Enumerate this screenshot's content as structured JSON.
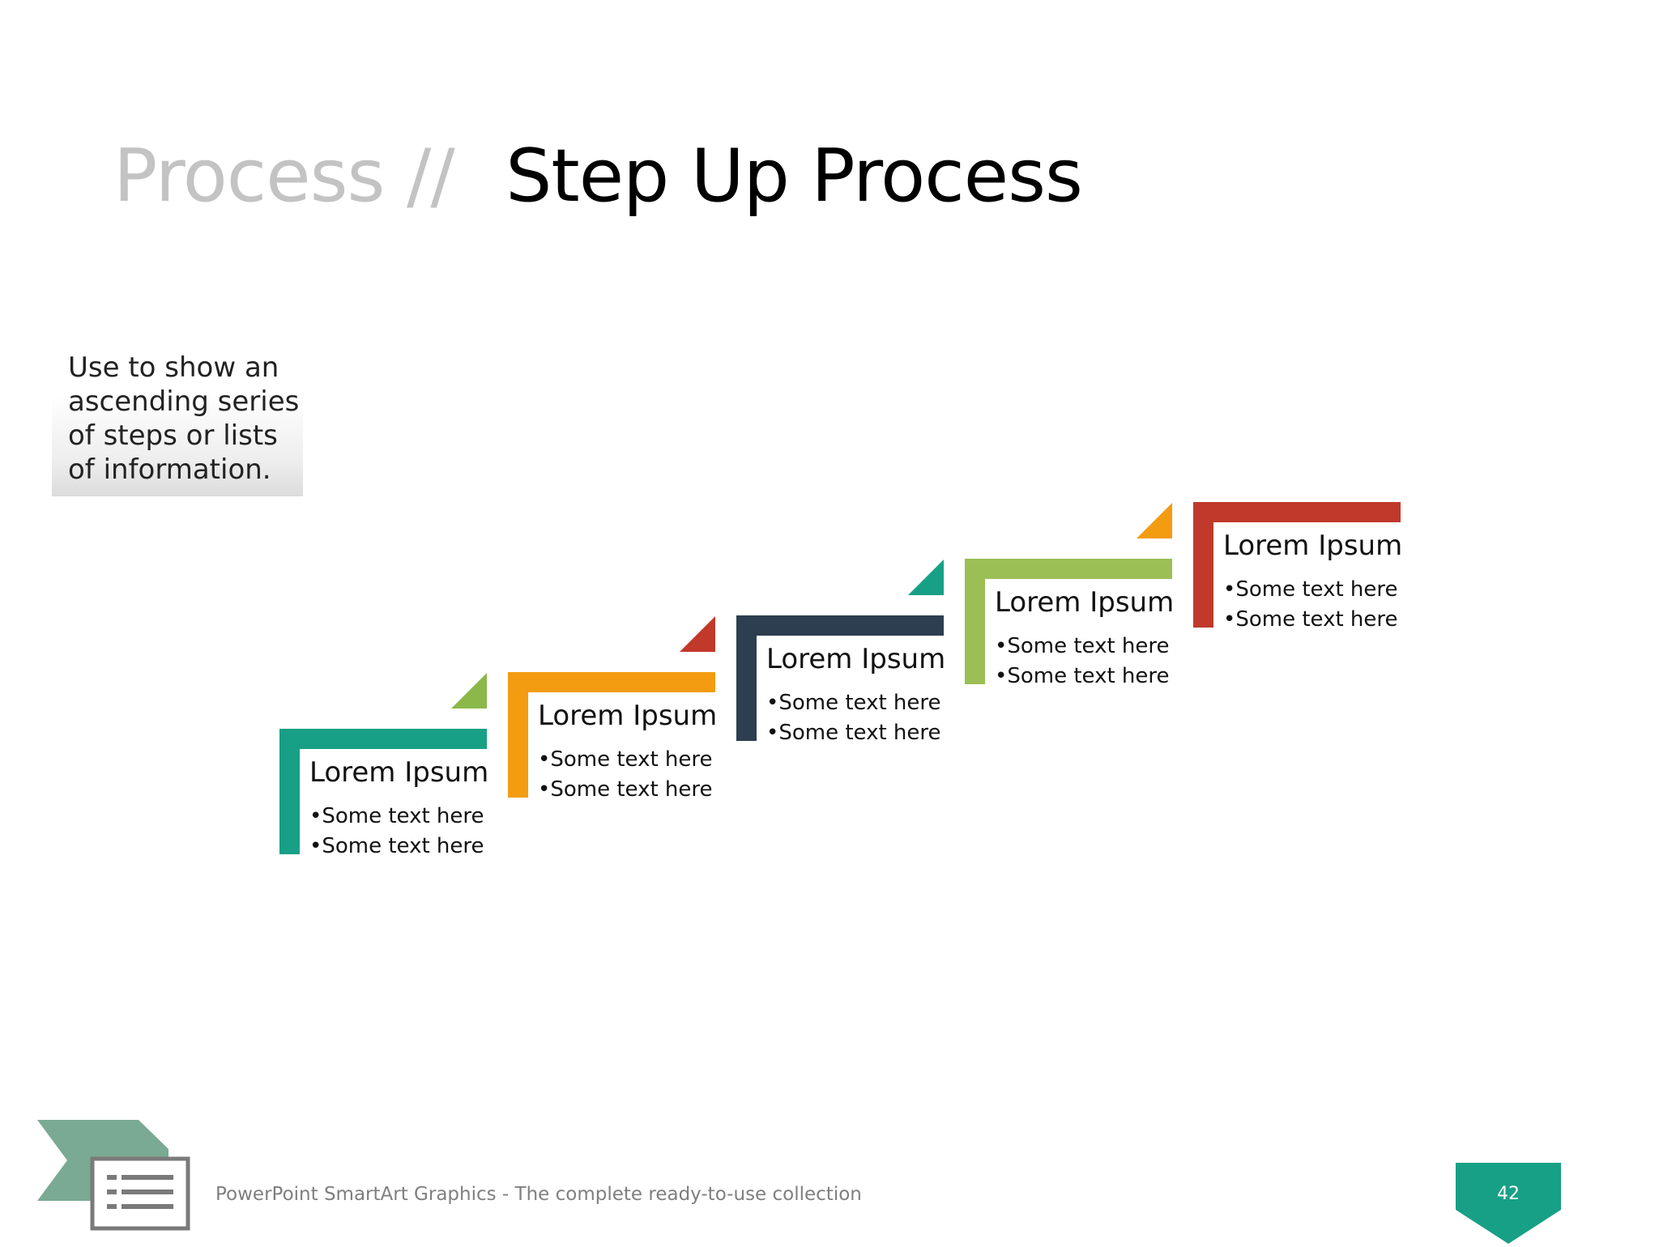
{
  "title": {
    "prefix": "Process",
    "separator": "//",
    "main": "Step Up Process"
  },
  "description": [
    "Use to show an",
    "ascending series",
    "of steps or lists",
    "of information."
  ],
  "steps": [
    {
      "heading": "Lorem Ipsum",
      "bullets": [
        "•Some text here",
        "•Some text here"
      ],
      "color": "#17a085",
      "accent_color": "#8cb84a"
    },
    {
      "heading": "Lorem Ipsum",
      "bullets": [
        "•Some text here",
        "•Some text here"
      ],
      "color": "#f39c12",
      "accent_color": "#c0392b"
    },
    {
      "heading": "Lorem Ipsum",
      "bullets": [
        "•Some text here",
        "•Some text here"
      ],
      "color": "#2c3e50",
      "accent_color": "#17a085"
    },
    {
      "heading": "Lorem Ipsum",
      "bullets": [
        "•Some text here",
        "•Some text here"
      ],
      "color": "#9bbf55",
      "accent_color": "#f39c12"
    },
    {
      "heading": "Lorem Ipsum",
      "bullets": [
        "•Some text here",
        "•Some text here"
      ],
      "color": "#c0392b",
      "accent_color": null
    }
  ],
  "footer": {
    "text": "PowerPoint SmartArt Graphics - The complete ready-to-use collection",
    "page_number": "42",
    "brand_color": "#17a085",
    "icon_color": "#7aaa93"
  }
}
